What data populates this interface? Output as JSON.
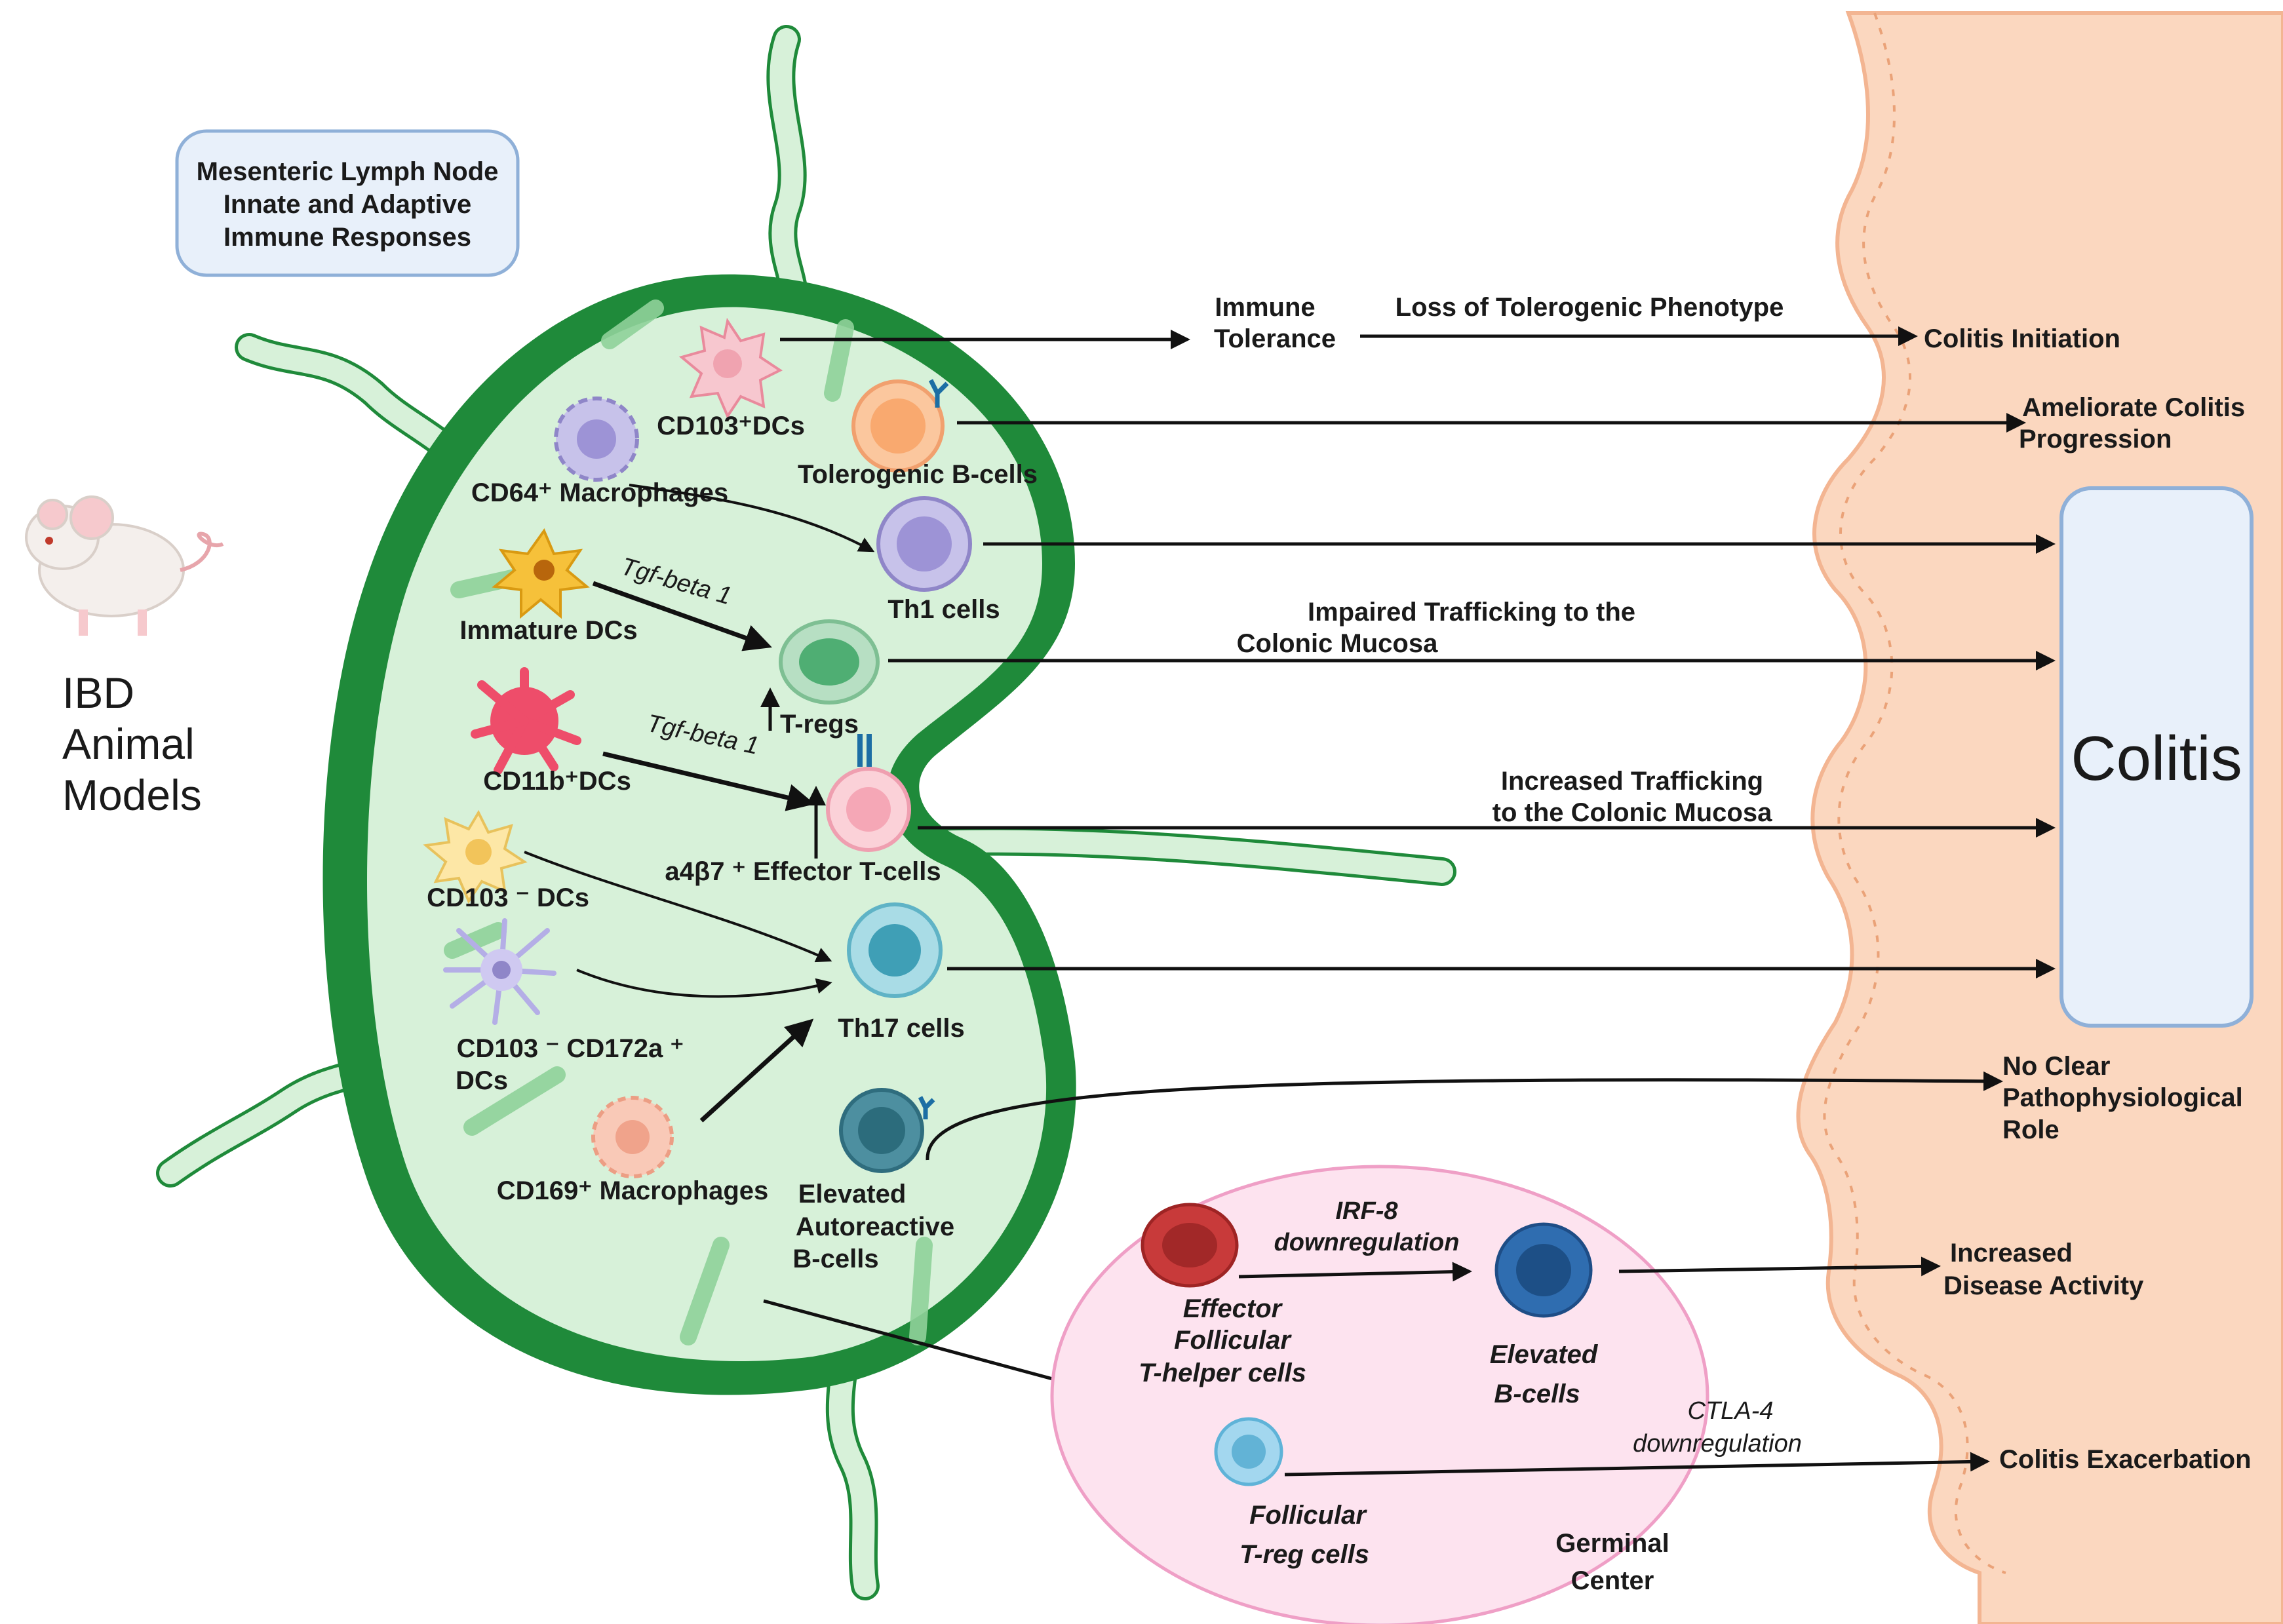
{
  "title_box": {
    "lines": [
      "Mesenteric Lymph Node",
      "Innate and Adaptive",
      "Immune Responses"
    ]
  },
  "animal_label": {
    "lines": [
      "IBD",
      "Animal",
      "Models"
    ]
  },
  "cells": {
    "cd103_dcs": "CD103⁺DCs",
    "cd64_macrophages": "CD64⁺ Macrophages",
    "immature_dcs": "Immature DCs",
    "cd11b_dcs": "CD11b⁺DCs",
    "cd103_neg_dcs": "CD103 ⁻ DCs",
    "cd103_cd172a_line1": "CD103 ⁻ CD172a ⁺",
    "cd103_cd172a_line2": "DCs",
    "cd169_macrophages": "CD169⁺ Macrophages",
    "tolerogenic_b_cells": "Tolerogenic B-cells",
    "th1_cells": "Th1 cells",
    "t_regs": "T-regs",
    "effector_t_cells": "a4β7 ⁺ Effector T-cells",
    "th17_cells": "Th17 cells",
    "autoreactive_b_line1": "Elevated",
    "autoreactive_b_line2": "Autoreactive",
    "autoreactive_b_line3": "B-cells"
  },
  "arrow_labels": {
    "tgf_beta_1_upper": "Tgf-beta 1",
    "tgf_beta_1_lower": "Tgf-beta 1",
    "immune_tolerance_line1": "Immune",
    "immune_tolerance_line2": "Tolerance",
    "loss_tolerogenic": "Loss of Tolerogenic Phenotype",
    "impaired_line1": "Impaired Trafficking to the",
    "impaired_line2": "Colonic Mucosa",
    "increased_line1": "Increased Trafficking",
    "increased_line2": "to the Colonic Mucosa",
    "irf8_line1": "IRF-8",
    "irf8_line2": "downregulation",
    "ctla4_line1": "CTLA-4",
    "ctla4_line2": "downregulation"
  },
  "germinal_center": {
    "effector_tfh_line1": "Effector",
    "effector_tfh_line2": "Follicular",
    "effector_tfh_line3": "T-helper cells",
    "elevated_b_line1": "Elevated",
    "elevated_b_line2": "B-cells",
    "follicular_treg_line1": "Follicular",
    "follicular_treg_line2": "T-reg cells",
    "label_line1": "Germinal",
    "label_line2": "Center"
  },
  "outcomes": {
    "colitis_initiation": "Colitis Initiation",
    "ameliorate_line1": "Ameliorate Colitis",
    "ameliorate_line2": "Progression",
    "colitis_box": "Colitis",
    "no_clear_line1": "No Clear",
    "no_clear_line2": "Pathophysiological",
    "no_clear_line3": "Role",
    "increased_disease_line1": "Increased",
    "increased_disease_line2": "Disease  Activity",
    "colitis_exacerbation": "Colitis Exacerbation"
  },
  "colors": {
    "node_dark_green": "#1f8a3a",
    "node_light_green": "#d7f1d9",
    "mucosa": "#fbd7bf",
    "colitis_box_fill": "#e8f0fa",
    "colitis_box_stroke": "#8fb0d8",
    "germinal_fill": "#fde3ef",
    "germinal_stroke": "#ef9fc6",
    "title_box_fill": "#e8f0fa",
    "title_box_stroke": "#8fb0d8"
  },
  "icons": [
    "mouse-icon",
    "dendritic-cell-icon",
    "macrophage-icon",
    "t-cell-icon",
    "b-cell-icon",
    "receptor-icon"
  ]
}
